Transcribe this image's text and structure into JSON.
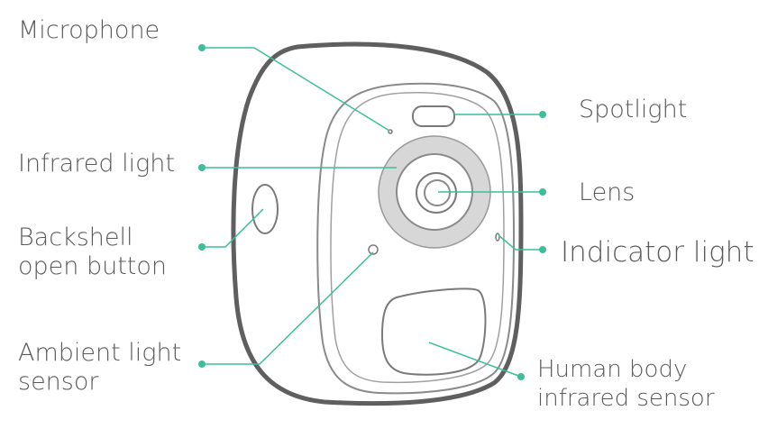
{
  "labels": {
    "microphone": "Microphone",
    "infrared_light": "Infrared light",
    "backshell_line1": "Backshell",
    "backshell_line2": "open button",
    "ambient_line1": "Ambient light",
    "ambient_line2": "sensor",
    "spotlight": "Spotlight",
    "lens": "Lens",
    "indicator_light": "Indicator light",
    "human_line1": "Human body",
    "human_line2": "infrared sensor"
  },
  "colors": {
    "leader_line": "#3bbf9a",
    "outline": "#7a7a7a",
    "outline_dark": "#5f5f5f",
    "ir_ring": "#d7d7d7",
    "text": "#5a5a5a"
  }
}
